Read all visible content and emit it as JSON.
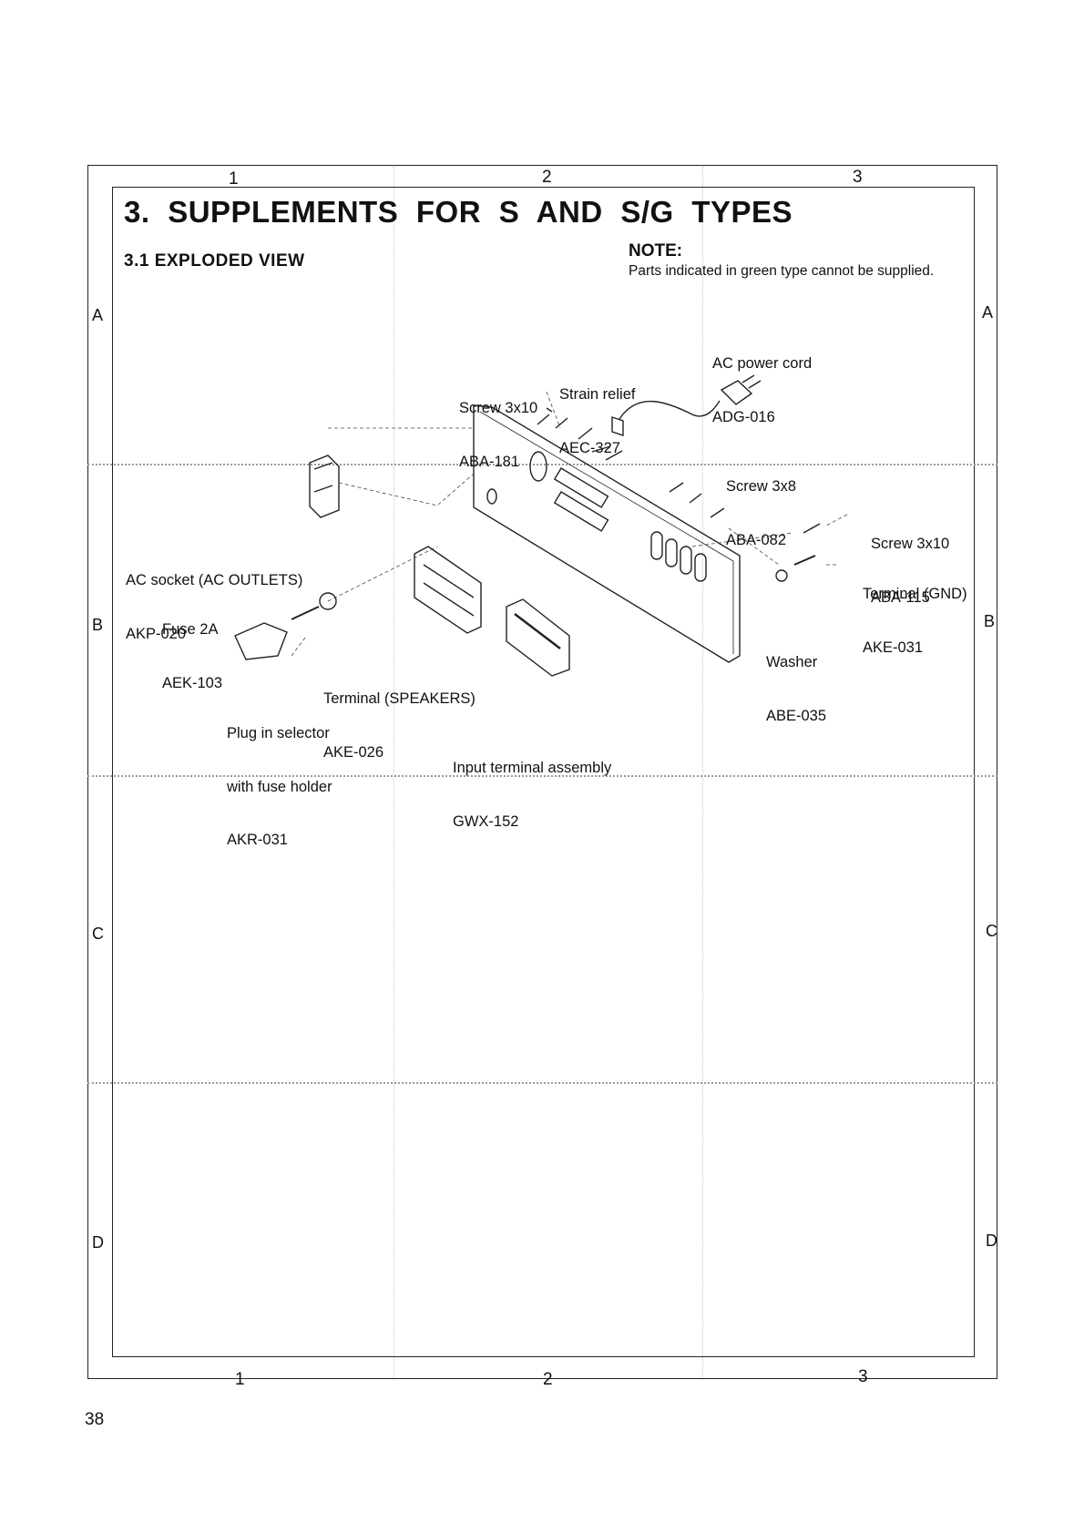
{
  "columns_top": [
    "1",
    "2",
    "3"
  ],
  "columns_bottom": [
    "1",
    "2",
    "3"
  ],
  "rows_left": [
    "A",
    "B",
    "C",
    "D"
  ],
  "rows_right": [
    "A",
    "B",
    "C",
    "D"
  ],
  "title": "3. SUPPLEMENTS FOR S AND S/G TYPES",
  "subtitle": "3.1 EXPLODED VIEW",
  "note": {
    "heading": "NOTE:",
    "text": "Parts indicated in green type cannot be supplied."
  },
  "callouts": {
    "ac_power_cord": {
      "name": "AC power cord",
      "part": "ADG-016"
    },
    "strain_relief": {
      "name": "Strain relief",
      "part": "AEC-327"
    },
    "screw_3x10_top": {
      "name": "Screw 3x10",
      "part": "ABA-181"
    },
    "screw_3x8": {
      "name": "Screw 3x8",
      "part": "ABA-082"
    },
    "screw_3x10_right": {
      "name": "Screw 3x10",
      "part": "ABA-115"
    },
    "terminal_gnd": {
      "name": "Terminal (GND)",
      "part": "AKE-031"
    },
    "washer": {
      "name": "Washer",
      "part": "ABE-035"
    },
    "ac_socket": {
      "name": "AC socket (AC OUTLETS)",
      "part": "AKP-020"
    },
    "fuse": {
      "name": "Fuse 2A",
      "part": "AEK-103"
    },
    "terminal_speakers": {
      "name": "Terminal (SPEAKERS)",
      "part": "AKE-026"
    },
    "plug_selector": {
      "name1": "Plug in selector",
      "name2": "with fuse holder",
      "part": "AKR-031"
    },
    "input_terminal": {
      "name": "Input terminal assembly",
      "part": "GWX-152"
    }
  },
  "page_number": "38"
}
